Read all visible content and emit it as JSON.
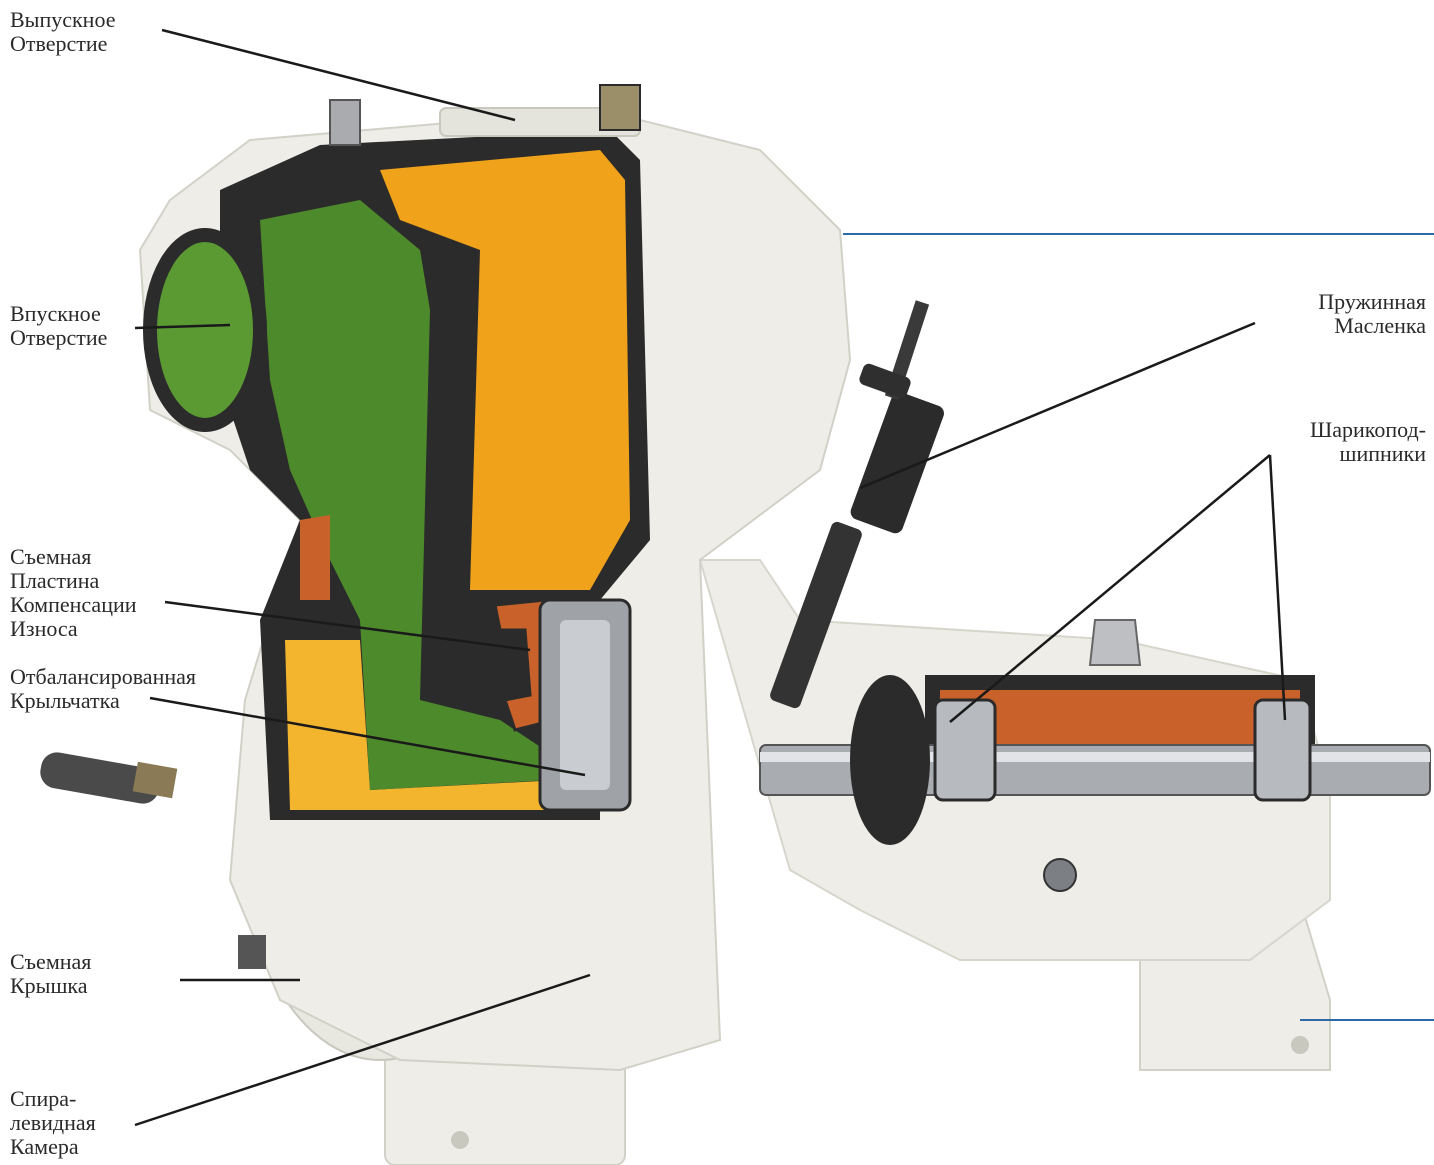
{
  "colors": {
    "body": "#eeede7",
    "body_shade": "#d9d8d0",
    "outline": "#2b2b2b",
    "fluid_green": "#4d8a2b",
    "fluid_orange": "#f0a21a",
    "wear_plate": "#c9622a",
    "metal": "#bfc2c6",
    "rule_blue": "#2f6aa8"
  },
  "labels": {
    "discharge": [
      "Выпускное",
      "Отверстие"
    ],
    "suction": [
      "Впускное",
      "Отверстие"
    ],
    "wear_plate": [
      "Съемная",
      "Пластина",
      "Компенсации",
      "Износа"
    ],
    "impeller": [
      "Отбалансированная",
      "Крыльчатка"
    ],
    "cover": [
      "Съемная",
      "Крышка"
    ],
    "volute": [
      "Спира-",
      "левидная",
      "Камера"
    ],
    "oiler": [
      "Пружинная",
      "Масленка"
    ],
    "bearings": [
      "Шарикопод-",
      "шипники"
    ]
  }
}
